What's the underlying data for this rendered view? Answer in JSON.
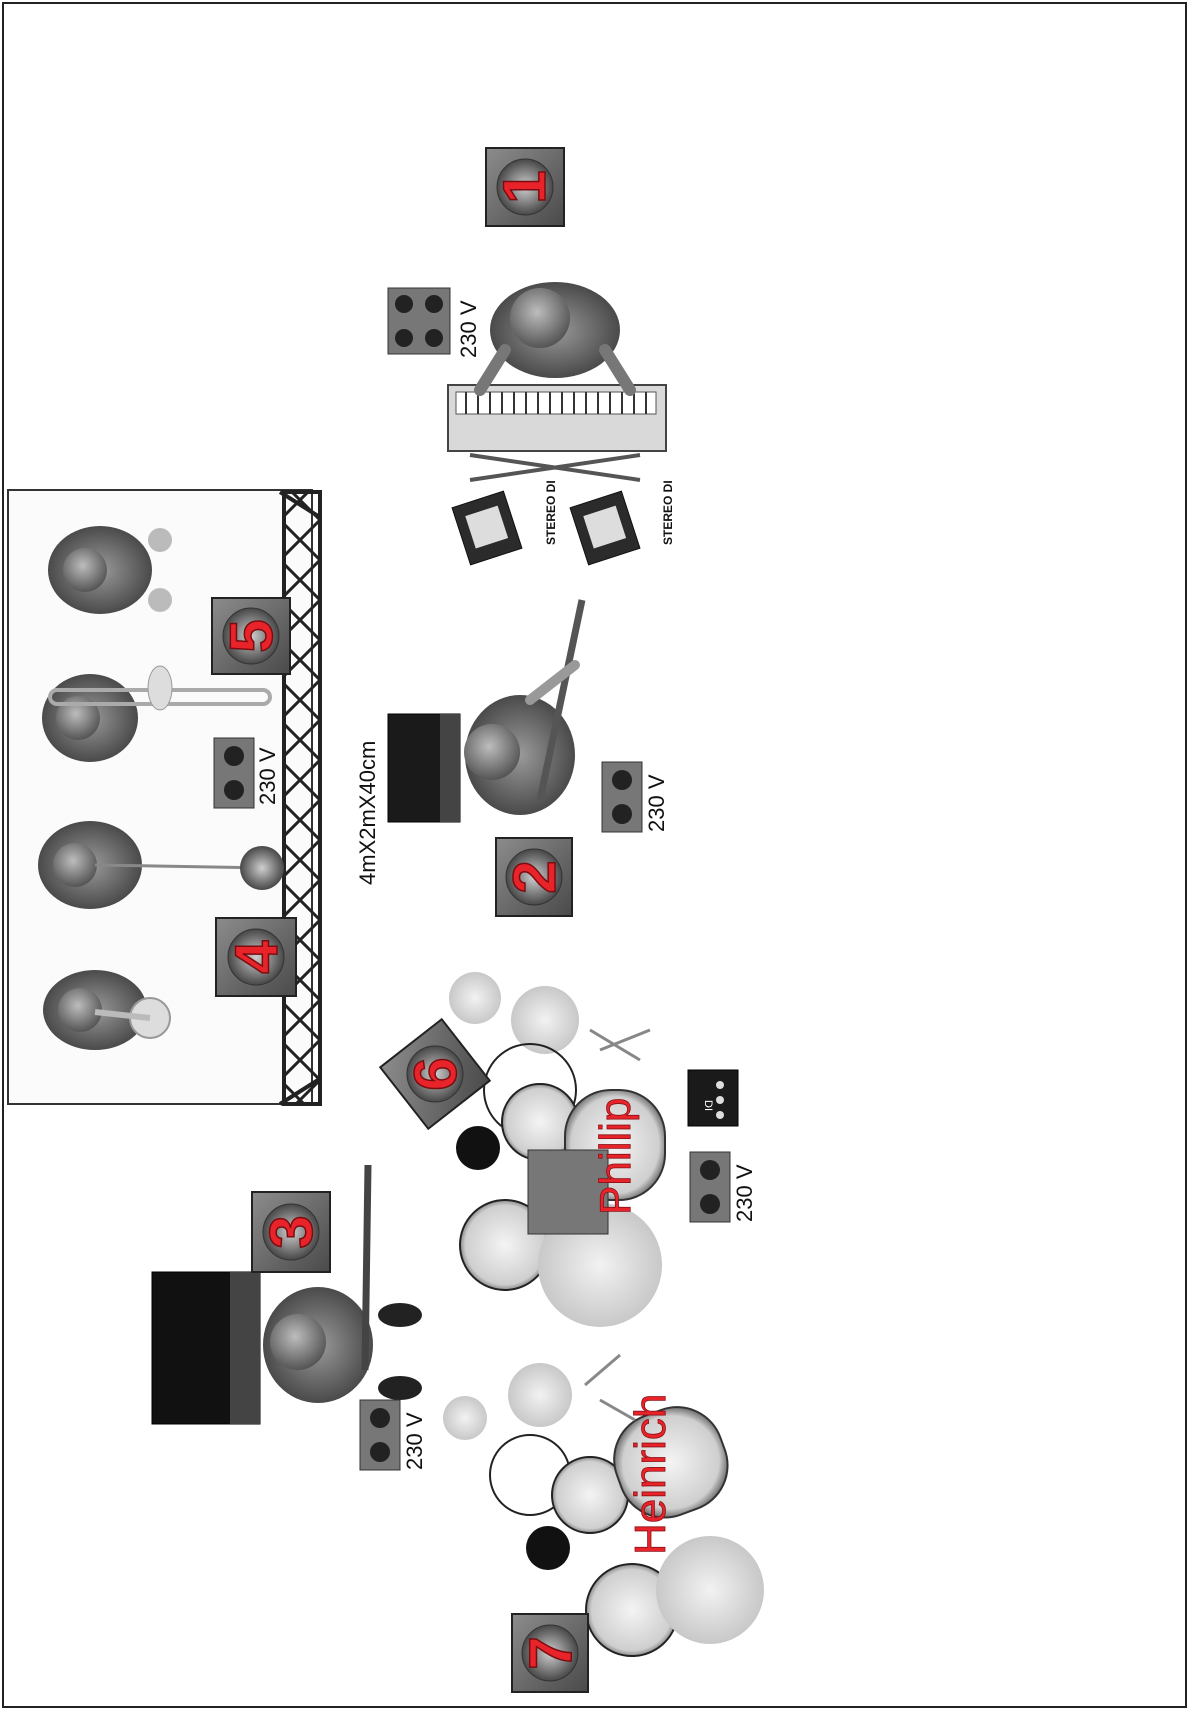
{
  "riser_label": "4mX2mX40cm",
  "power_label": "230 V",
  "di_label": "STEREO DI",
  "di_box_label": "DI",
  "drummers": [
    "Phillip",
    "Heinrich"
  ],
  "monitors": [
    "1",
    "2",
    "3",
    "4",
    "5",
    "6",
    "7"
  ]
}
